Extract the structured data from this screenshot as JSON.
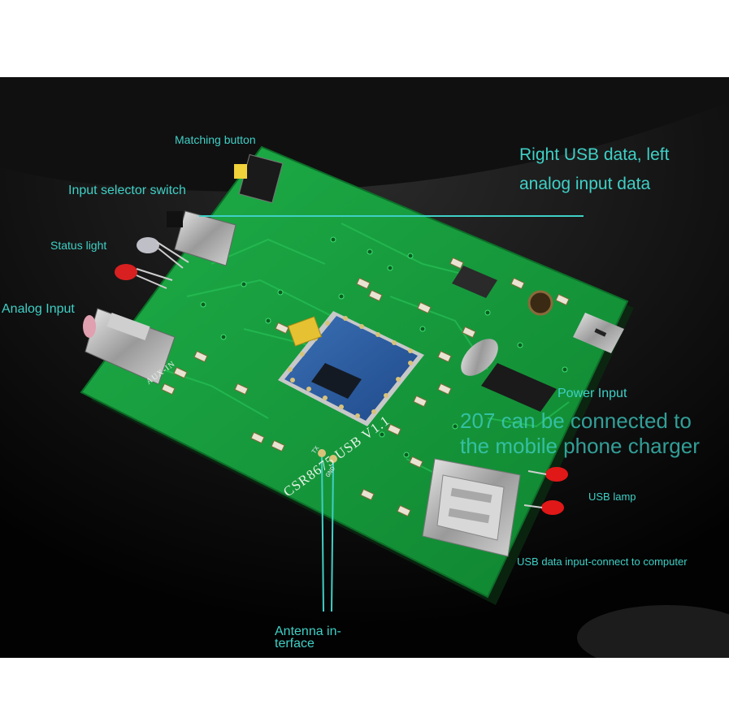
{
  "image": {
    "labels": {
      "matching_button": "Matching button",
      "input_selector": "Input selector switch",
      "status_light": "Status light",
      "analog_input": "Analog Input",
      "right_usb_line1": "Right USB data, left",
      "right_usb_line2": "analog input data",
      "power_input": "Power Input",
      "charger_line1": "207 can be connected to",
      "charger_line2": "the mobile phone charger",
      "usb_lamp": "USB lamp",
      "usb_data_input": "USB data input-connect to computer",
      "antenna_line1": "Antenna in-",
      "antenna_line2": "terface"
    },
    "board_silkscreen": {
      "model": "CSR8675 USB V1.1",
      "aux": "AUX-IN",
      "gnd": "GND",
      "tx": "TX"
    },
    "colors": {
      "label": "#3fd0c6",
      "pcb": "#169a3c",
      "background": "#050505"
    }
  }
}
